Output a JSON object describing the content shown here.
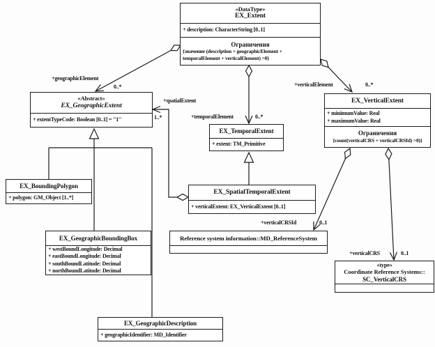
{
  "classes": {
    "ex_extent": {
      "stereotype": "«DataType»",
      "name": "EX_Extent",
      "attributes": [
        "+ description: CharacterString [0..1]"
      ],
      "constraint_title": "Ограничения",
      "constraint": "{значение (description + geographicElement + temporalElement + verticalElement) >0}"
    },
    "ex_geographic_extent": {
      "stereotype": "«Abstract»",
      "name": "EX_GeographicExtent",
      "attributes": [
        "+ extentTypeCode: Boolean [0..1] = \"1\""
      ]
    },
    "ex_vertical_extent": {
      "name": "EX_VerticalExtent",
      "attributes": [
        "+ minimumValue: Real",
        "+ maximumValue: Real"
      ],
      "constraint_title": "Ограничения",
      "constraint": "{count(verticalCRS + verticalCRSId) >0)}"
    },
    "ex_temporal_extent": {
      "name": "EX_TemporalExtent",
      "attributes": [
        "+ extent: TM_Primitive"
      ]
    },
    "ex_spatial_temporal_extent": {
      "name": "EX_SpatialTemporalExtent",
      "attributes": [
        "+ verticalExtent: EX_VerticalExtent [0..1]"
      ]
    },
    "ex_bounding_polygon": {
      "name": "EX_BoundingPolygon",
      "attributes": [
        "+ polygon: GM_Object [1..*]"
      ]
    },
    "ex_geographic_bounding_box": {
      "name": "EX_GeographicBoundingBox",
      "attributes": [
        "+ westBoundLongitude: Decimal",
        "+ eastBoundLongitude: Decimal",
        "+ southBoundLatitude: Decimal",
        "+ northBoundLatitude: Decimal"
      ]
    },
    "ex_geographic_description": {
      "name": "EX_GeographicDescription",
      "attributes": [
        "+ geographicIdentifier: MD_Identifier"
      ]
    },
    "md_reference_system": {
      "name": "Reference system information::MD_ReferenceSystem"
    },
    "sc_vertical_crs": {
      "stereotype": "«type»",
      "qualifier": "Coordinate Reference Systems::",
      "name": "SC_VerticalCRS"
    }
  },
  "edges": {
    "geographic": {
      "role": "+geographicElement",
      "mult": "0..*"
    },
    "spatial": {
      "role": "+spatialExtent",
      "mult": "1..*"
    },
    "temporal": {
      "role": "+temporalElement",
      "mult": "0..*"
    },
    "vertical": {
      "role": "+verticalElement",
      "mult": "0..*"
    },
    "vertical_crs_id": {
      "role": "+verticalCRSId",
      "mult": "0..1"
    },
    "vertical_crs": {
      "role": "+verticalCRS",
      "mult": "0..1"
    }
  },
  "colors": {
    "line": "#1a1a1a",
    "box_fill": "#ffffff",
    "background": "#fdfdfd"
  }
}
